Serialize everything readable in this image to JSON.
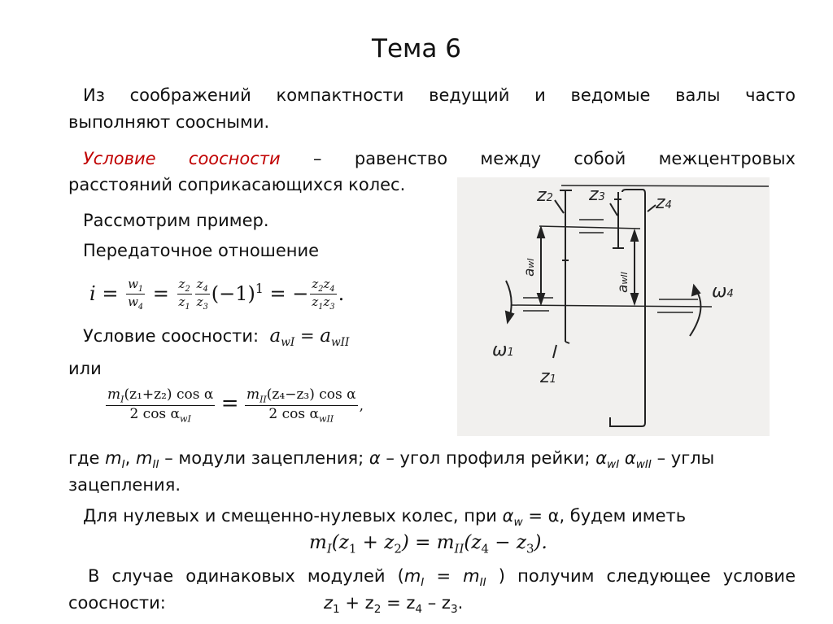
{
  "title": "Тема 6",
  "p1": {
    "line1": "Из соображений компактности ведущий и ведомые валы часто",
    "line2": "выполняют соосными."
  },
  "p2": {
    "term": "Условие соосности",
    "line1_rest": " – равенство между собой межцентровых",
    "line2": "расстояний соприкасающихся колес."
  },
  "p3": "Рассмотрим пример.",
  "p4": "Передаточное отношение",
  "formula_ratio": {
    "i": "i",
    "eq": "=",
    "w1": "w",
    "w1_sub": "1",
    "w4": "w",
    "w4_sub": "4",
    "z": "z",
    "s1": "1",
    "s2": "2",
    "s3": "3",
    "s4": "4",
    "sign": "(−1)",
    "exp": "1",
    "minus": "−",
    "end": "."
  },
  "p5": {
    "label": "Условие соосности:",
    "a": "a",
    "sub1": "wI",
    "eq": "=",
    "sub2": "wII"
  },
  "or": "или",
  "formula_cond": {
    "left_num_m": "m",
    "left_num_sub": "I",
    "left_num_rest": "(z₁+z₂) cos α",
    "left_den": "2 cos α",
    "left_den_sub": "wI",
    "eq": "=",
    "right_num_m": "m",
    "right_num_sub": "II",
    "right_num_rest": "(z₄−z₃) cos α",
    "right_den": "2 cos α",
    "right_den_sub": "wII",
    "comma": ","
  },
  "p6": {
    "line1_a": "где ",
    "m": "m",
    "mI": "I",
    "sep": ", ",
    "mII": "II",
    "line1_b": " – модули зацепления; ",
    "alpha": "α",
    "line1_c": " – угол профиля рейки; ",
    "awI": "wI",
    "awII": "wII",
    "line1_d": " – углы",
    "line2": "зацепления."
  },
  "p7": {
    "text_a": "Для нулевых и смещенно-нулевых колес, при ",
    "alpha": "α",
    "sub": "w",
    "text_b": " = α, будем иметь"
  },
  "formula_zero": {
    "m": "m",
    "I": "I",
    "mid": "(z",
    "s1": "1",
    "plus": " + z",
    "s2": "2",
    "eqm": ") = m",
    "II": "II",
    "mid2": "(z",
    "s4": "4",
    "minus": " − z",
    "s3": "3",
    "end": ")."
  },
  "p8": {
    "text_a": "В случае одинаковых модулей (",
    "m": "m",
    "I": "I",
    "eq": " = m",
    "II": "II",
    "text_b": " ) получим следующее условие",
    "line2": "соосности:",
    "z": "z",
    "s1": "1",
    "plus": " + z",
    "s2": "2",
    "eq2": " = z",
    "s4": "4",
    "minus": " – z",
    "s3": "3",
    "end": "."
  },
  "diagram": {
    "z1": "z",
    "z1s": "1",
    "z2": "z",
    "z2s": "2",
    "z3": "z",
    "z3s": "3",
    "z4": "z",
    "z4s": "4",
    "awI": "a",
    "awIs": "wI",
    "awII": "a",
    "awIIs": "wII",
    "w1": "ω",
    "w1s": "1",
    "w4": "ω",
    "w4s": "4"
  },
  "colors": {
    "accent": "#c00000",
    "diagram_bg": "#f1f0ee"
  }
}
